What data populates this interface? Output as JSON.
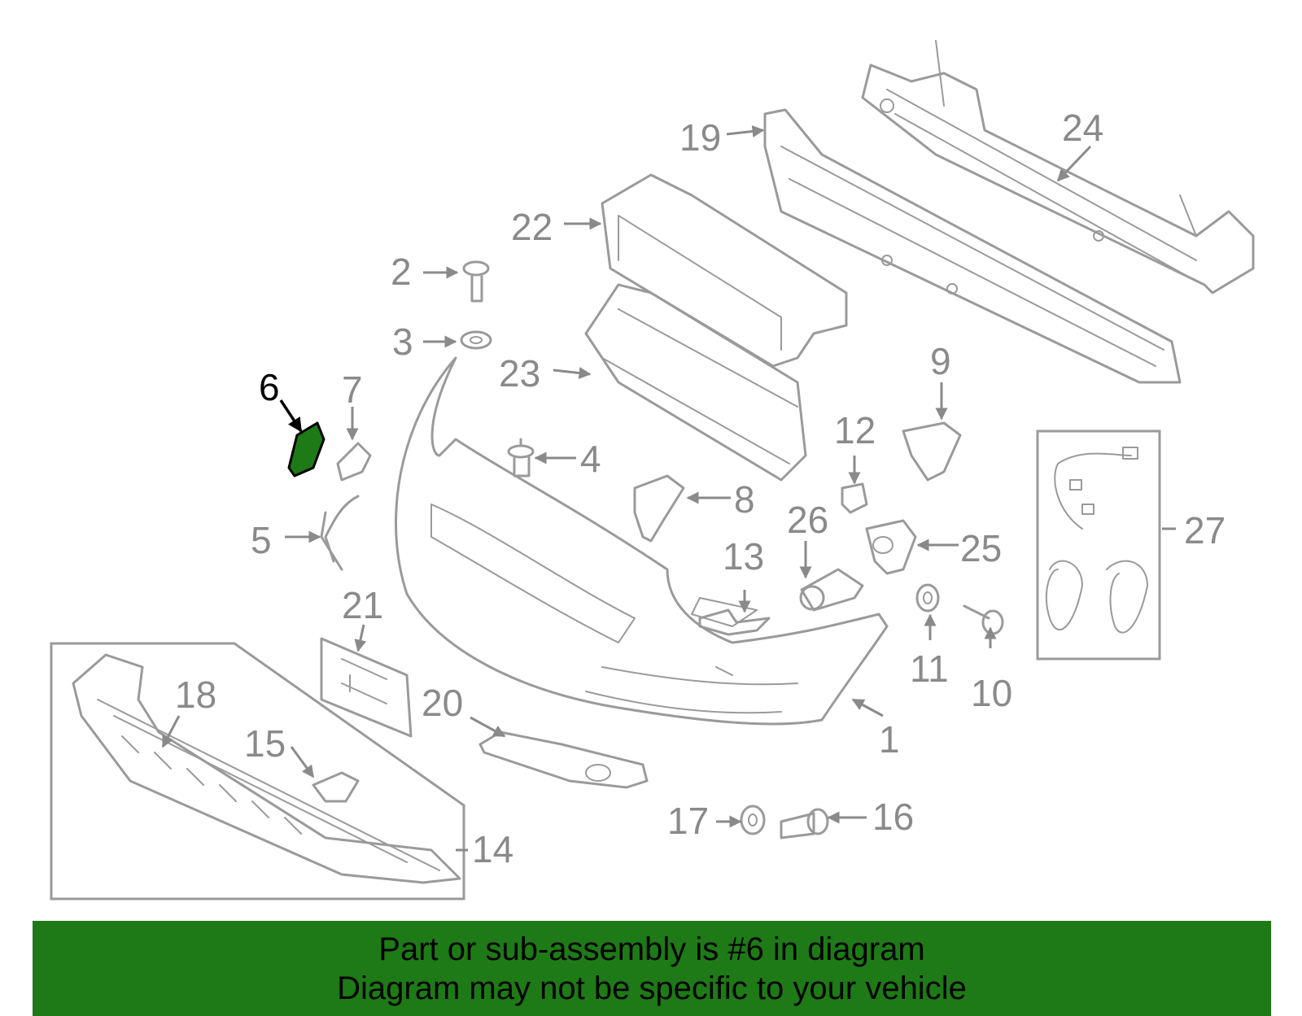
{
  "labels": {
    "p1": "1",
    "p2": "2",
    "p3": "3",
    "p4": "4",
    "p5": "5",
    "p6": "6",
    "p7": "7",
    "p8": "8",
    "p9": "9",
    "p10": "10",
    "p11": "11",
    "p12": "12",
    "p13": "13",
    "p14": "14",
    "p15": "15",
    "p16": "16",
    "p17": "17",
    "p18": "18",
    "p19": "19",
    "p20": "20",
    "p21": "21",
    "p22": "22",
    "p23": "23",
    "p24": "24",
    "p25": "25",
    "p26": "26",
    "p27": "27"
  },
  "highlighted_part": "6",
  "colors": {
    "highlight_part": "#1e7a16",
    "banner": "#1e7a16",
    "outline": "#9a9a9a"
  },
  "banner": {
    "line1": "Part or sub-assembly is #6 in diagram",
    "line2": "Diagram may not be specific to your vehicle"
  }
}
